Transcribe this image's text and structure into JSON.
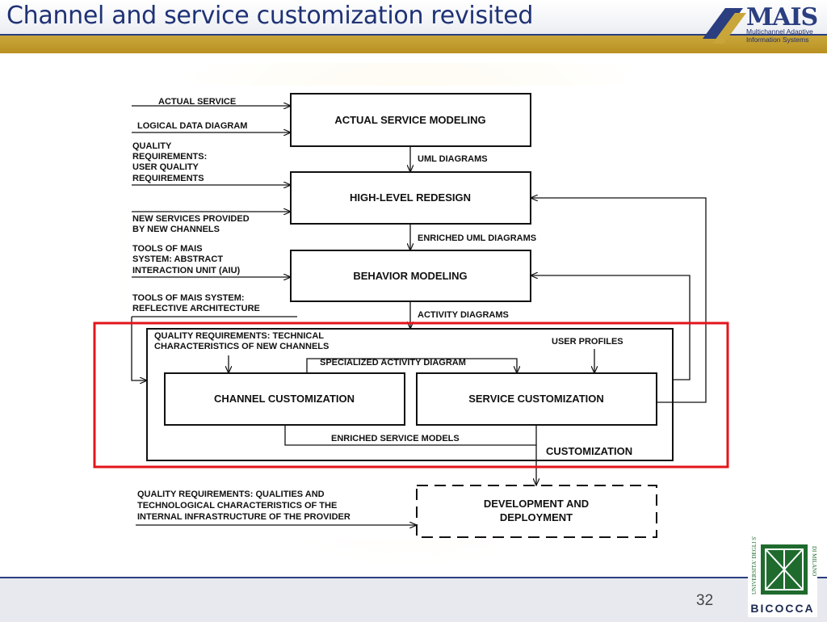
{
  "header": {
    "title": "Channel and service customization revisited",
    "logo": {
      "name": "MAIS",
      "subtitle_line1": "Multichannel Adaptive",
      "subtitle_line2": "Information Systems"
    }
  },
  "diagram": {
    "boxes": {
      "actual_service_modeling": "ACTUAL SERVICE MODELING",
      "high_level_redesign": "HIGH-LEVEL REDESIGN",
      "behavior_modeling": "BEHAVIOR MODELING",
      "channel_customization": "CHANNEL CUSTOMIZATION",
      "service_customization": "SERVICE CUSTOMIZATION",
      "customization": "CUSTOMIZATION",
      "development_line1": "DEVELOPMENT AND",
      "development_line2": "DEPLOYMENT"
    },
    "inputs": {
      "actual_service": "ACTUAL SERVICE",
      "logical_data_diagram": "LOGICAL DATA DIAGRAM",
      "quality_req_lines": [
        "QUALITY",
        "REQUIREMENTS:",
        "USER QUALITY",
        "REQUIREMENTS"
      ],
      "new_services_lines": [
        "NEW SERVICES PROVIDED",
        "BY NEW CHANNELS"
      ],
      "tools_aiu_lines": [
        "TOOLS OF MAIS",
        "SYSTEM: ABSTRACT",
        "INTERACTION UNIT (AIU)"
      ],
      "tools_reflective_lines": [
        "TOOLS OF MAIS SYSTEM:",
        "REFLECTIVE ARCHITECTURE"
      ],
      "technical_lines": [
        "QUALITY REQUIREMENTS: TECHNICAL",
        "CHARACTERISTICS OF NEW CHANNELS"
      ],
      "user_profiles": "USER PROFILES",
      "provider_lines": [
        "QUALITY REQUIREMENTS: QUALITIES AND",
        "TECHNOLOGICAL CHARACTERISTICS OF THE",
        "INTERNAL INFRASTRUCTURE OF THE PROVIDER"
      ]
    },
    "flows": {
      "uml_diagrams": "UML DIAGRAMS",
      "enriched_uml": "ENRICHED UML DIAGRAMS",
      "activity_diagrams": "ACTIVITY DIAGRAMS",
      "specialized_activity": "SPECIALIZED ACTIVITY DIAGRAM",
      "enriched_service_models": "ENRICHED SERVICE MODELS"
    }
  },
  "highlight_color": "#e3141b",
  "footer": {
    "page_number": "32",
    "university": {
      "top": "UNIVERSITA' DEGLI STUDI",
      "middle": "DI MILANO",
      "name": "BICOCCA"
    }
  }
}
